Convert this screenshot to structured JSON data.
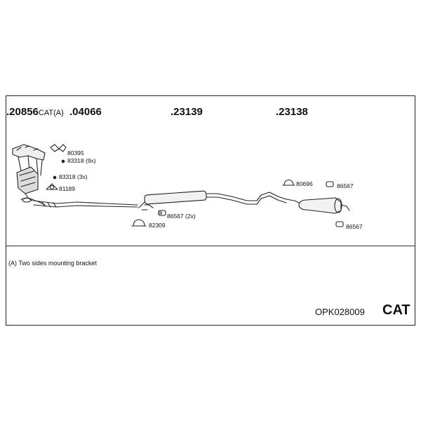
{
  "header_parts": [
    {
      "number": "20856",
      "suffix": "CAT(A)"
    },
    {
      "number": "04066",
      "suffix": ""
    },
    {
      "number": "23139",
      "suffix": ""
    },
    {
      "number": "23138",
      "suffix": ""
    }
  ],
  "hardware_labels": {
    "l80395": "80395",
    "l83318_9x": "83318 (9x)",
    "l83318_3x": "83318 (3x)",
    "l81189": "81189",
    "l86567_2x": "86567 (2x)",
    "l82309": "82309",
    "l80696": "80696",
    "l86567_a": "86567",
    "l86567_b": "86567"
  },
  "note": "(A) Two sides mounting bracket",
  "reference": "OPK028009",
  "category": "CAT"
}
